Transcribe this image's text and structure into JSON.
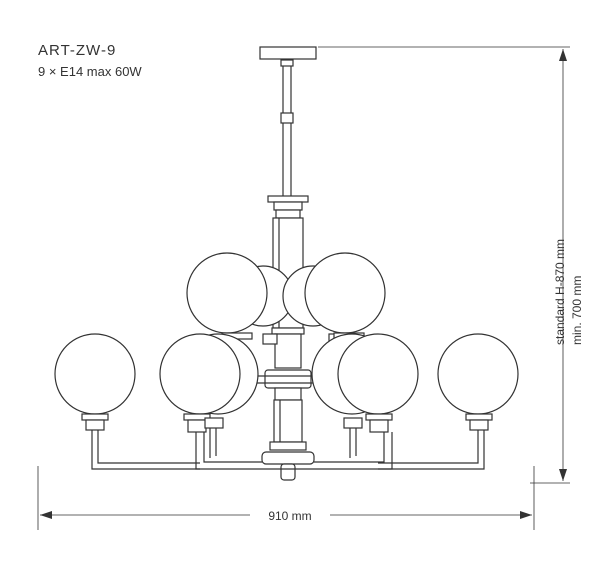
{
  "product": {
    "model": "ART-ZW-9",
    "spec": "9 × E14 max 60W"
  },
  "dimensions": {
    "width": "910 mm",
    "height_standard": "standard H-870 mm",
    "height_min": "min. 700 mm"
  },
  "colors": {
    "line": "#333333",
    "background": "#ffffff"
  }
}
